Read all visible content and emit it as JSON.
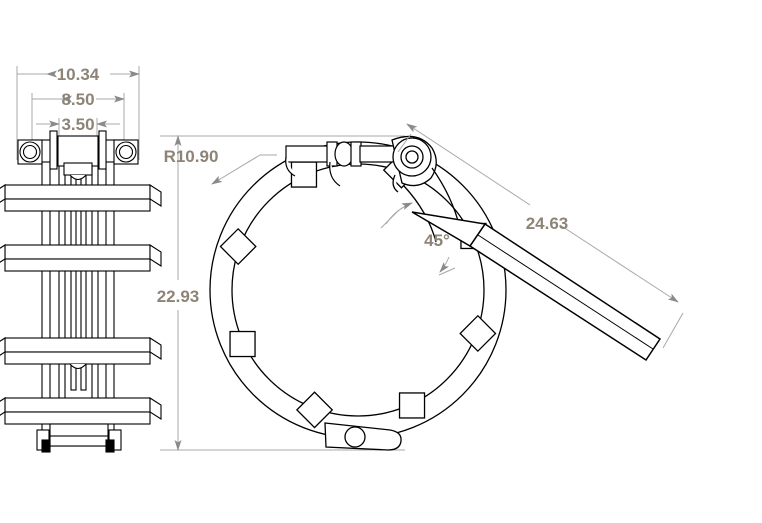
{
  "drawing": {
    "title": "Ring Clamp Assembly Technical Drawing",
    "background_color": "#ffffff",
    "line_color": "#000000",
    "dimension_line_color": "#a8a8a8",
    "dimension_text_color": "#8d8477"
  },
  "dimensions": {
    "width_overall": "10.34",
    "width_middle": "8.50",
    "width_inner": "3.50",
    "height_overall": "22.93",
    "radius": "R10.90",
    "arm_length": "24.63",
    "angle_between_blocks": "45°"
  },
  "views": {
    "left_view_name": "side-elevation-view",
    "right_view_name": "ring-clamp-front-view"
  },
  "components": {
    "ring": "circular-clamp-ring",
    "blocks_count": 8,
    "turnbuckle": "top-turnbuckle-latch",
    "pivot": "upper-right-pivot-boss",
    "bottom_lug": "bottom-hinge-lug",
    "arm": "diagonal-actuator-arm"
  }
}
